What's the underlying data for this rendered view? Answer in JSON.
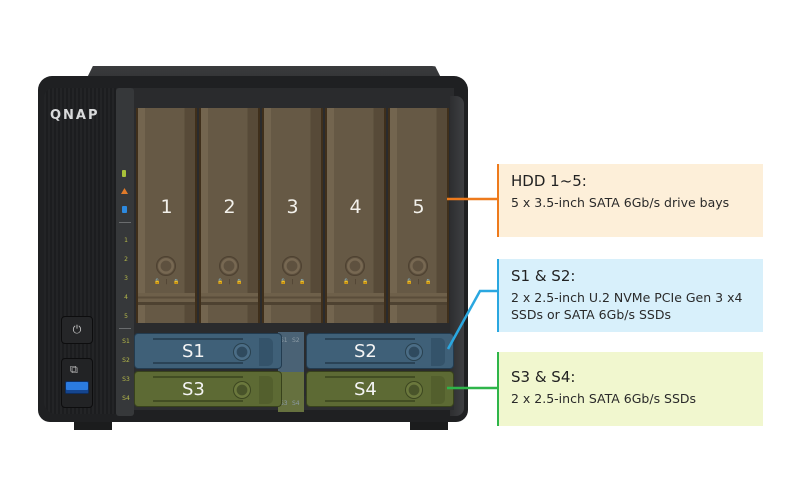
{
  "device": {
    "brand_logo": "QNAP",
    "led_labels": [
      "1",
      "2",
      "3",
      "4",
      "5",
      "S1",
      "S2",
      "S3",
      "S4"
    ],
    "status_icons": [
      "status-led-icon",
      "network-led-icon",
      "usb-led-icon"
    ],
    "power_button_icon": "⏻",
    "usb_copy_icon": "⧉",
    "hdd_bays": [
      {
        "label": "1",
        "top_label": "1"
      },
      {
        "label": "2",
        "top_label": "2"
      },
      {
        "label": "3",
        "top_label": "3"
      },
      {
        "label": "4",
        "top_label": "4"
      },
      {
        "label": "5",
        "top_label": "5"
      }
    ],
    "ssd_bays": [
      {
        "label": "S1"
      },
      {
        "label": "S2"
      },
      {
        "label": "S3"
      },
      {
        "label": "S4"
      }
    ],
    "mid_labels": {
      "top_left": "S1",
      "top_right": "S2",
      "bottom_left": "S3",
      "bottom_right": "S4"
    },
    "lock_glyph": "🔓 | 🔒"
  },
  "callouts": [
    {
      "title": "HDD 1~5:",
      "lines": [
        "5 x 3.5-inch  SATA 6Gb/s drive bays"
      ],
      "color": "#ee7a1c",
      "bg": "#fdefd9"
    },
    {
      "title": "S1 & S2:",
      "lines": [
        "2 x 2.5-inch U.2 NVMe PCIe Gen 3 x4",
        "SSDs or SATA 6Gb/s SSDs"
      ],
      "color": "#2aa7e0",
      "bg": "#d8f0fb"
    },
    {
      "title": "S3 & S4:",
      "lines": [
        "2 x 2.5-inch SATA 6Gb/s SSDs"
      ],
      "color": "#2fb54a",
      "bg": "#f1f7cf"
    }
  ],
  "colors": {
    "hdd_tray": "#665945",
    "ssd_blue_tray": "#3f6078",
    "ssd_green_tray": "#5d6a34",
    "chassis": "#1f2022"
  }
}
